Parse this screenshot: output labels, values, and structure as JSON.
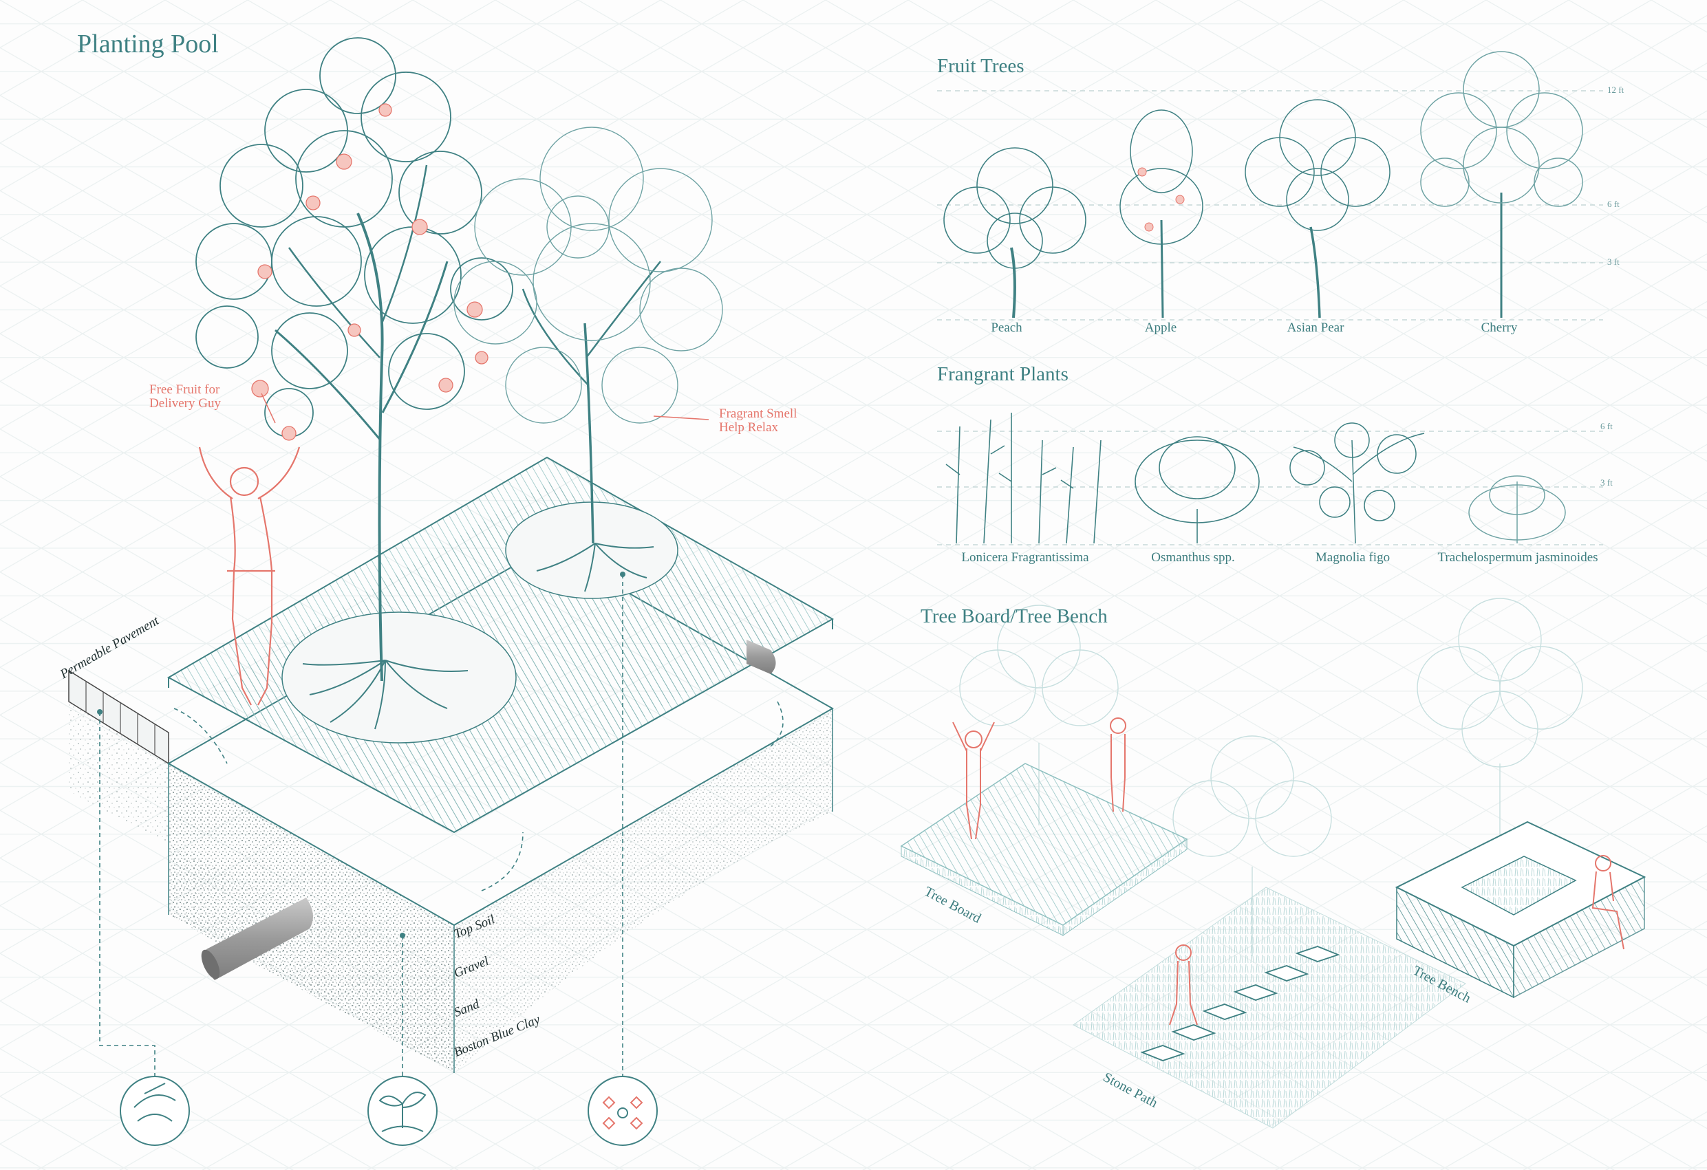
{
  "colors": {
    "teal": "#3f8183",
    "teal_light": "#9cc6c6",
    "coral": "#e5766c",
    "grid": "#e8eeee",
    "ink": "#1f2f30"
  },
  "planting_pool": {
    "title": "Planting Pool",
    "notes": {
      "free_fruit": [
        "Free Fruit for",
        "Delivery Guy"
      ],
      "fragrant_smell": [
        "Fragrant Smell",
        "Help Relax"
      ]
    },
    "pavement_label": "Permeable Pavement",
    "soil_layers": [
      "Top Soil",
      "Gravel",
      "Sand",
      "Boston Blue Clay"
    ],
    "icons": [
      "stormwater-icon",
      "sprout-icon",
      "scent-pattern-icon"
    ]
  },
  "fruit_trees": {
    "title": "Fruit Trees",
    "species": [
      "Peach",
      "Apple",
      "Asian Pear",
      "Cherry"
    ],
    "height_marks": [
      "12 ft",
      "6 ft",
      "3 ft"
    ]
  },
  "fragrant_plants": {
    "title": "Frangrant Plants",
    "species": [
      "Lonicera Fragrantissima",
      "Osmanthus spp.",
      "Magnolia figo",
      "Trachelospermum jasminoides"
    ],
    "height_marks": [
      "6 ft",
      "3 ft"
    ]
  },
  "tree_board_bench": {
    "title": "Tree Board/Tree Bench",
    "items": [
      "Tree Board",
      "Stone Path",
      "Tree Bench"
    ]
  }
}
